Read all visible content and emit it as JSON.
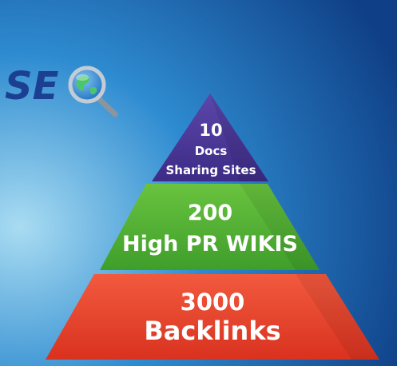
{
  "logo": {
    "text": "SE",
    "colors": {
      "text": "#1b3f91",
      "glass_rim": "#b8c2cc",
      "glass_fill": "#2d8ad8",
      "globe_land": "#4cc66a",
      "handle": "#8b95a0"
    },
    "icon": "magnifying-glass-globe-icon"
  },
  "pyramid": {
    "top": {
      "number": "10",
      "line1": "Docs",
      "line2": "Sharing Sites",
      "color": "#3d2b86"
    },
    "middle": {
      "number": "200",
      "label": "High PR WIKIS",
      "color": "#3f9e2b"
    },
    "bottom": {
      "number": "3000",
      "label": "Backlinks",
      "color": "#e5402c"
    }
  },
  "background": {
    "light": "#a9dcf2",
    "mid": "#2e8bd0",
    "dark": "#0f3f86"
  }
}
